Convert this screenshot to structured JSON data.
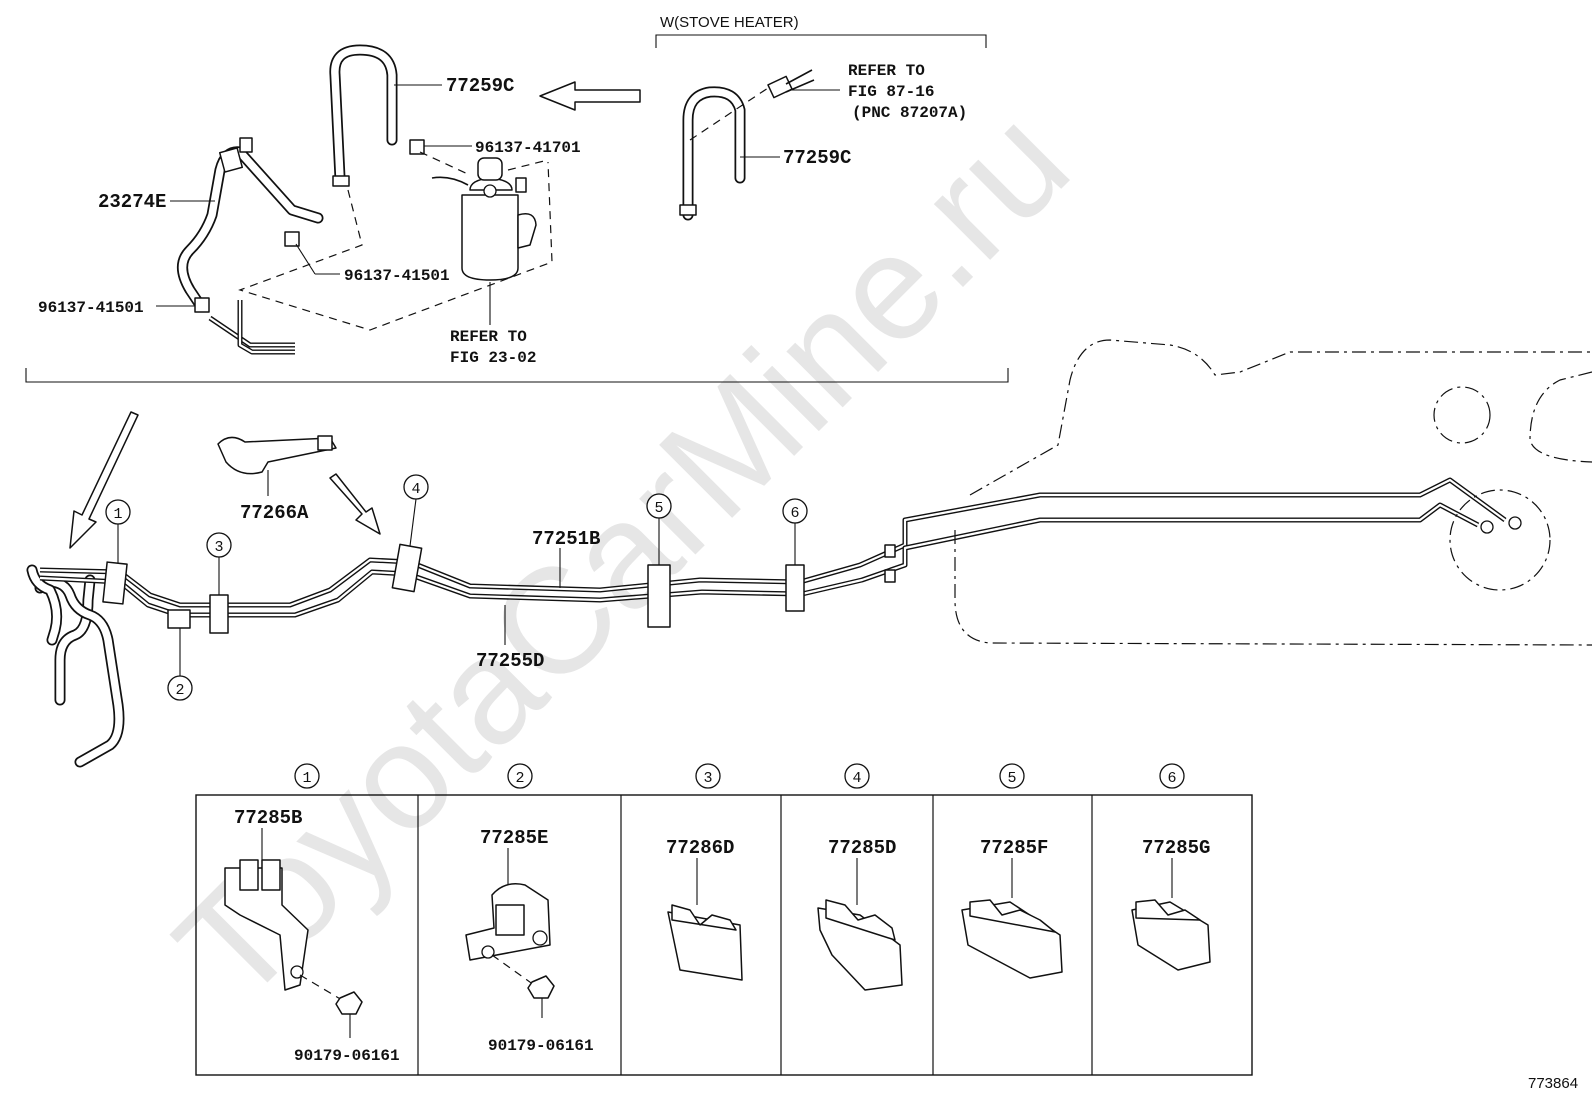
{
  "watermark": "ToyotaCarMine.ru",
  "figure_code": "773864",
  "inset": {
    "title": "W(STOVE HEATER)",
    "refer_top_1": "REFER TO",
    "refer_top_2": "FIG 87-16",
    "refer_top_3": "(PNC 87207A)",
    "part_hose_right": "77259C"
  },
  "upper": {
    "part_hose": "77259C",
    "part_clamp_top": "96137-41701",
    "part_tube": "23274E",
    "part_clamp_mid": "96137-41501",
    "part_clamp_left": "96137-41501",
    "refer_canister_1": "REFER TO",
    "refer_canister_2": "FIG 23-02"
  },
  "main": {
    "part_bracket": "77266A",
    "part_pipe_upper": "77251B",
    "part_pipe_lower": "77255D"
  },
  "callouts": [
    "1",
    "2",
    "3",
    "4",
    "5",
    "6"
  ],
  "table": {
    "headers": [
      "1",
      "2",
      "3",
      "4",
      "5",
      "6"
    ],
    "parts": [
      "77285B",
      "77285E",
      "77286D",
      "77285D",
      "77285F",
      "77285G"
    ],
    "nut_1": "90179-06161",
    "nut_2": "90179-06161"
  }
}
